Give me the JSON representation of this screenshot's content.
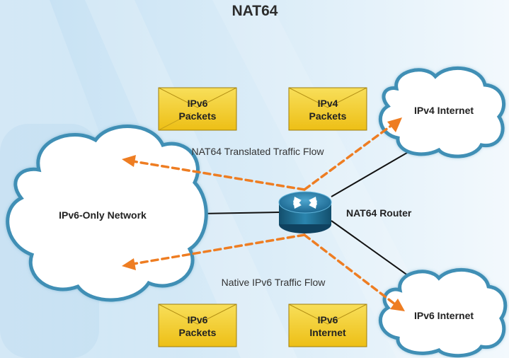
{
  "title": "NAT64",
  "nodes": {
    "ipv6_network": "IPv6-Only Network",
    "router": "NAT64 Router",
    "ipv4_internet": "IPv4 Internet",
    "ipv6_internet": "IPv6 Internet"
  },
  "flows": {
    "translated": "NAT64 Translated Traffic Flow",
    "native": "Native IPv6 Traffic Flow"
  },
  "envelopes": {
    "top_left": [
      "IPv6",
      "Packets"
    ],
    "top_right": [
      "IPv4",
      "Packets"
    ],
    "bottom_left": [
      "IPv6",
      "Packets"
    ],
    "bottom_right": [
      "IPv6",
      "Internet"
    ]
  },
  "colors": {
    "background_blue": "#cfe7f6",
    "cloud_outline": "#3f8fb5",
    "flow_arrow": "#ee7d22",
    "envelope_fill": "#f2cc2a",
    "router_body": "#1f6e94"
  }
}
